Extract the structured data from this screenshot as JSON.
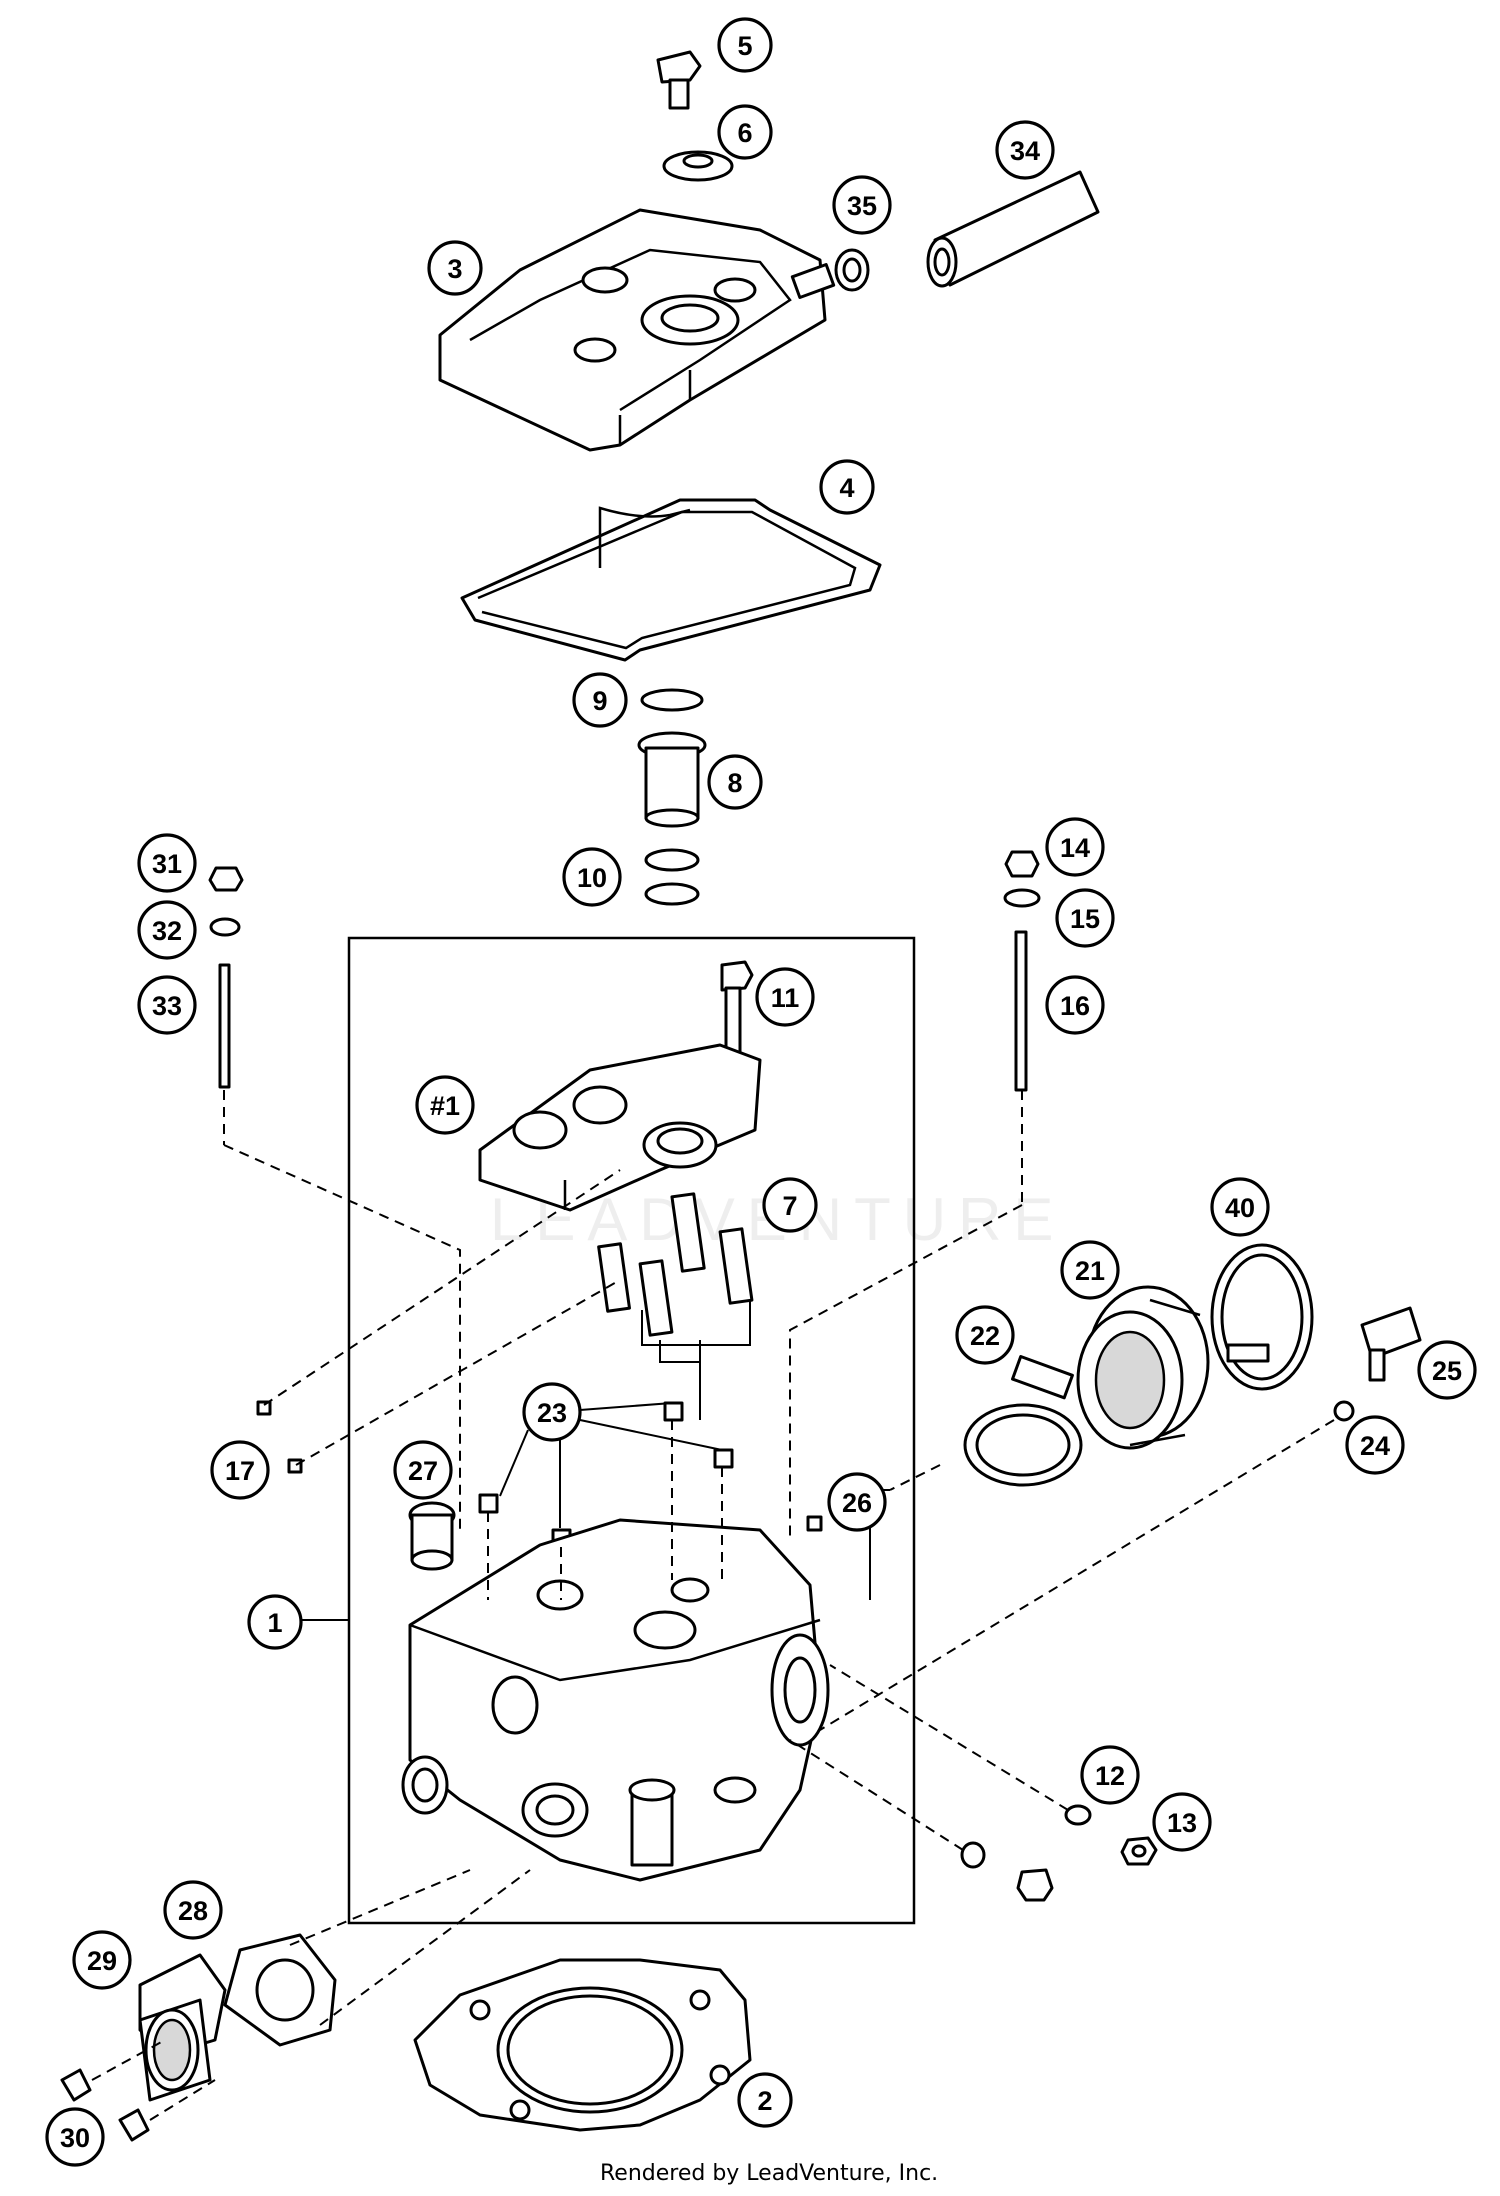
{
  "footer": "Rendered by LeadVenture, Inc.",
  "watermark": "LEADVENTURE",
  "callouts": [
    {
      "id": "c5",
      "label": "5"
    },
    {
      "id": "c6",
      "label": "6"
    },
    {
      "id": "c34",
      "label": "34"
    },
    {
      "id": "c35",
      "label": "35"
    },
    {
      "id": "c3",
      "label": "3"
    },
    {
      "id": "c4",
      "label": "4"
    },
    {
      "id": "c9",
      "label": "9"
    },
    {
      "id": "c8",
      "label": "8"
    },
    {
      "id": "c10",
      "label": "10"
    },
    {
      "id": "c31",
      "label": "31"
    },
    {
      "id": "c32",
      "label": "32"
    },
    {
      "id": "c33",
      "label": "33"
    },
    {
      "id": "c14",
      "label": "14"
    },
    {
      "id": "c15",
      "label": "15"
    },
    {
      "id": "c16",
      "label": "16"
    },
    {
      "id": "c11",
      "label": "11"
    },
    {
      "id": "c1h",
      "label": "#1"
    },
    {
      "id": "c7",
      "label": "7"
    },
    {
      "id": "c40",
      "label": "40"
    },
    {
      "id": "c21",
      "label": "21"
    },
    {
      "id": "c22",
      "label": "22"
    },
    {
      "id": "c25",
      "label": "25"
    },
    {
      "id": "c24",
      "label": "24"
    },
    {
      "id": "c23",
      "label": "23"
    },
    {
      "id": "c17",
      "label": "17"
    },
    {
      "id": "c27",
      "label": "27"
    },
    {
      "id": "c26",
      "label": "26"
    },
    {
      "id": "c1",
      "label": "1"
    },
    {
      "id": "c12",
      "label": "12"
    },
    {
      "id": "c13",
      "label": "13"
    },
    {
      "id": "c28",
      "label": "28"
    },
    {
      "id": "c29",
      "label": "29"
    },
    {
      "id": "c30",
      "label": "30"
    },
    {
      "id": "c2",
      "label": "2"
    }
  ]
}
